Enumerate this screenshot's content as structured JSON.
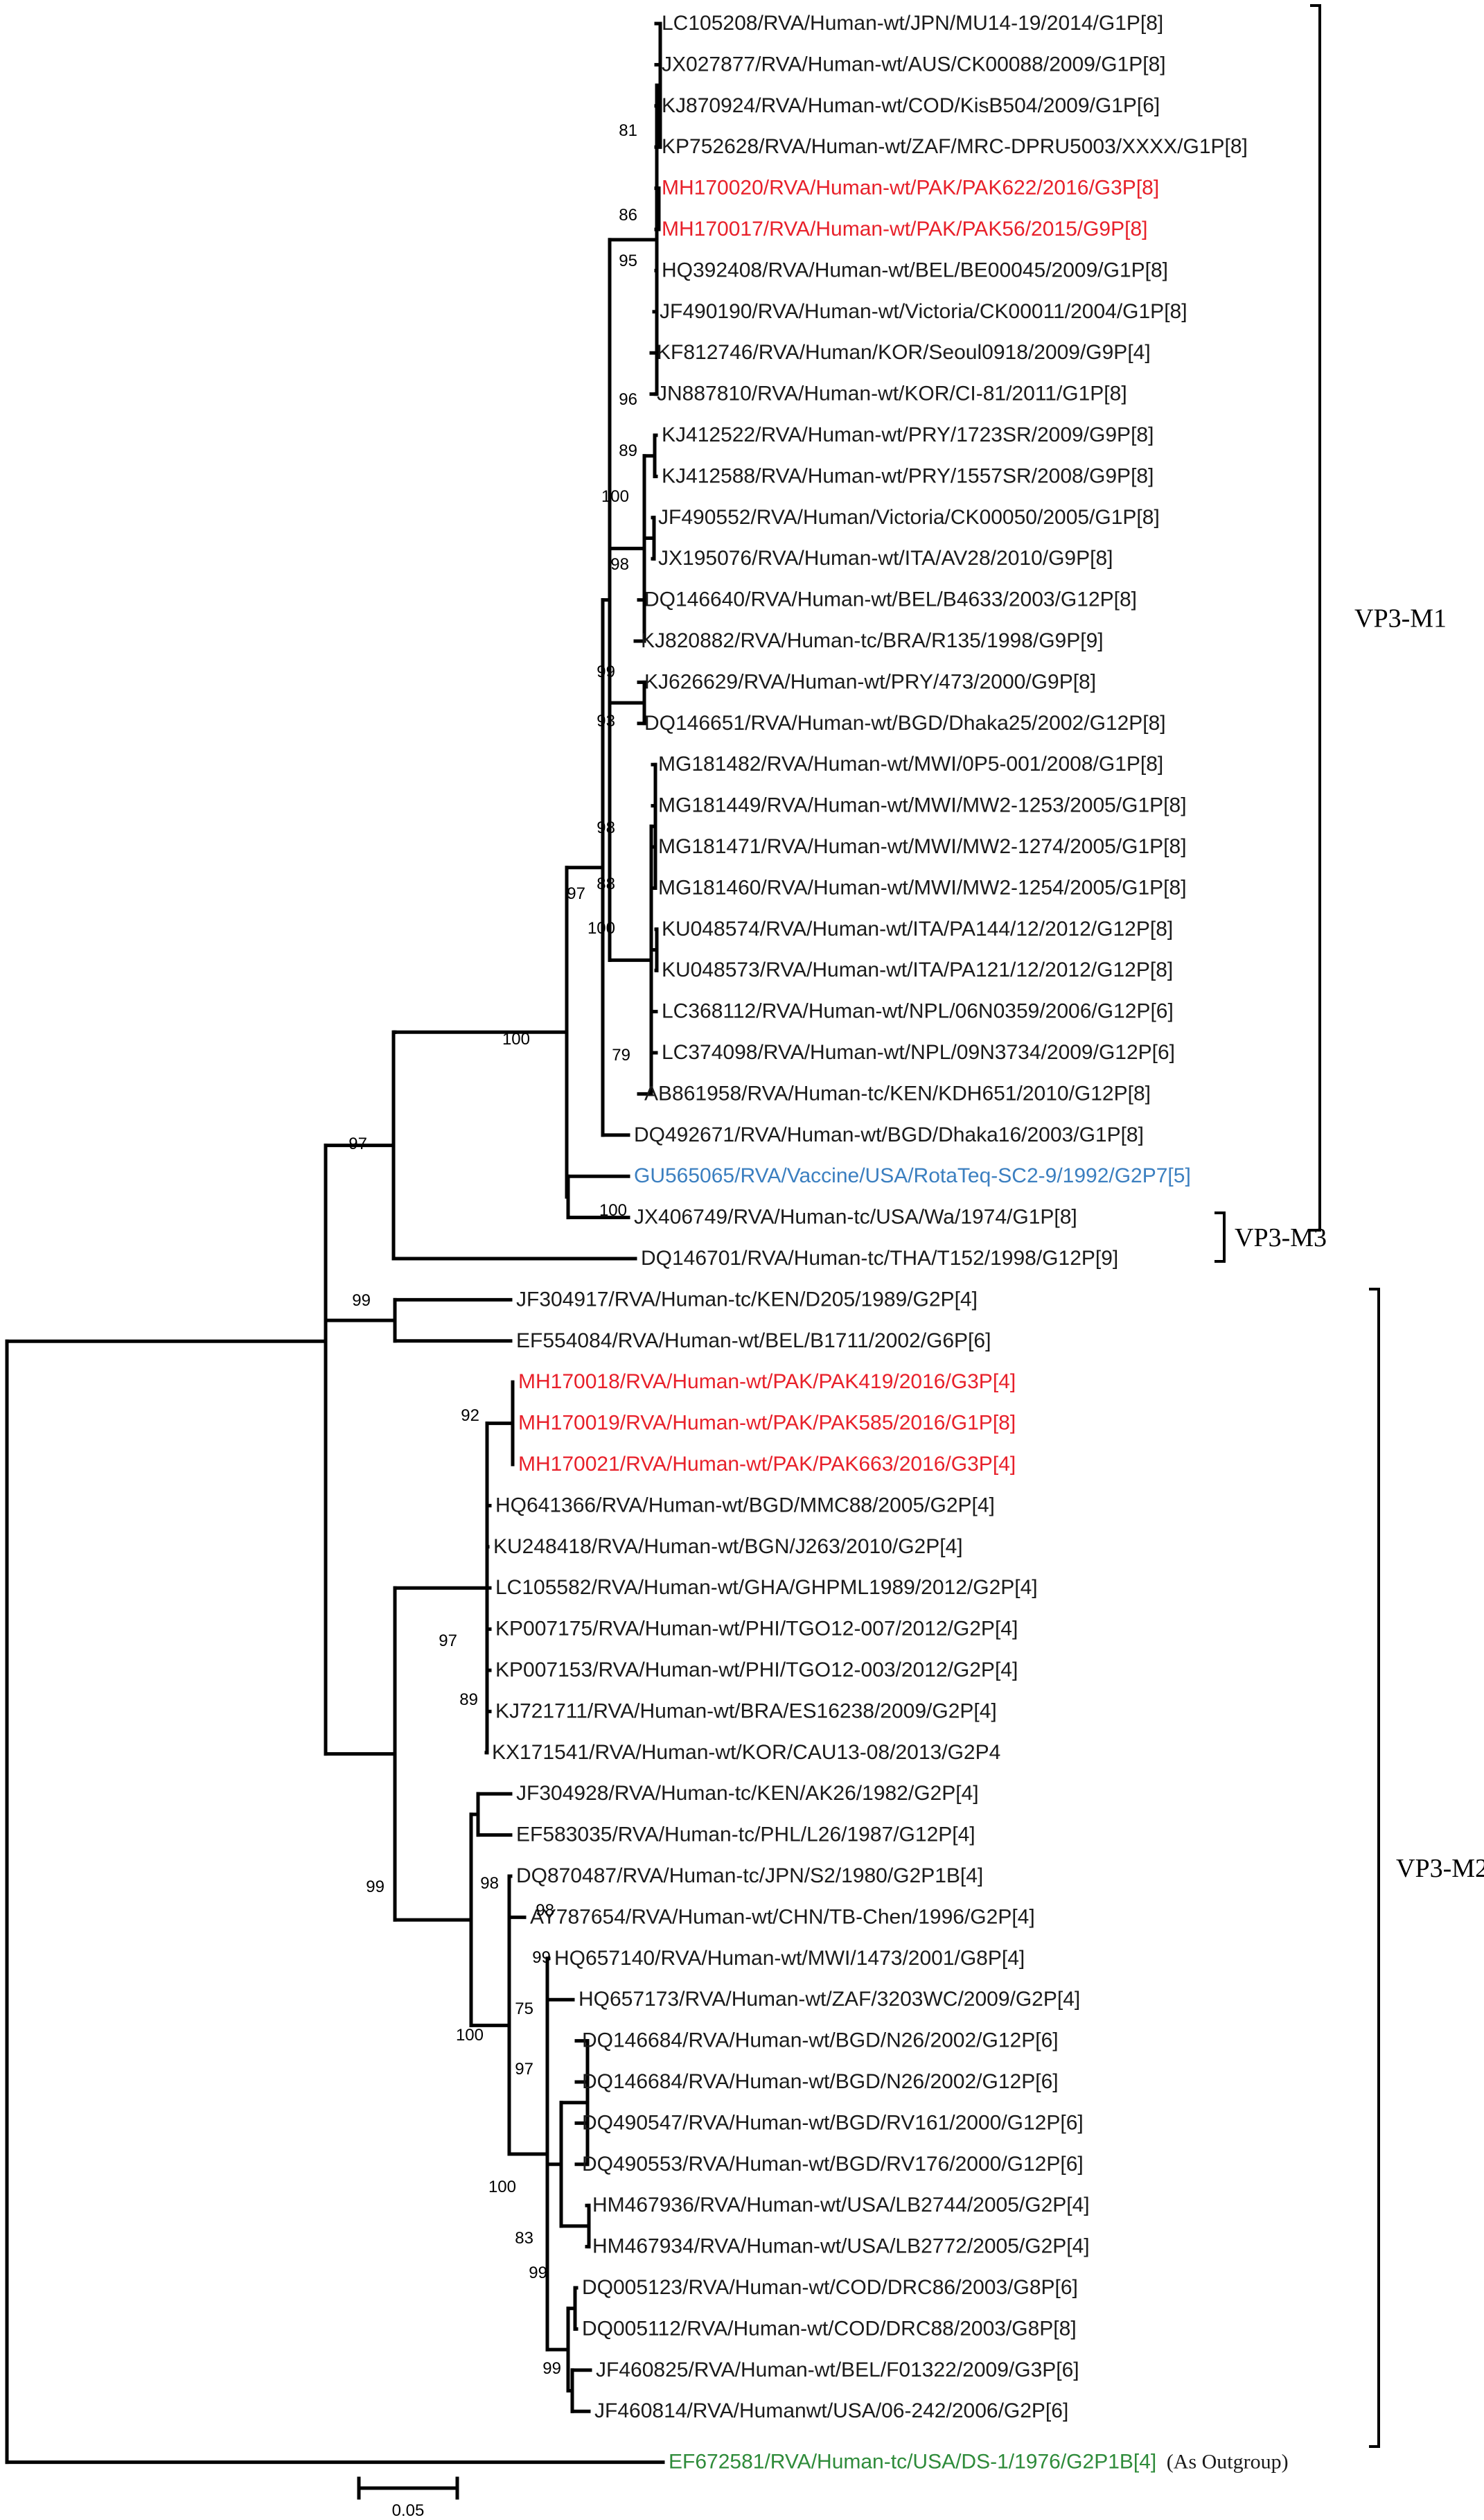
{
  "tree": {
    "colors": {
      "default": "#1a1a1a",
      "study": "#e8202a",
      "vaccine": "#3b7fc0",
      "outgroup": "#2e8b3a"
    },
    "tips": [
      {
        "label": "LC105208/RVA/Human-wt/JPN/MU14-19/2014/G1P[8]",
        "type": "default"
      },
      {
        "label": "JX027877/RVA/Human-wt/AUS/CK00088/2009/G1P[8]",
        "type": "default"
      },
      {
        "label": "KJ870924/RVA/Human-wt/COD/KisB504/2009/G1P[6]",
        "type": "default"
      },
      {
        "label": "KP752628/RVA/Human-wt/ZAF/MRC-DPRU5003/XXXX/G1P[8]",
        "type": "default"
      },
      {
        "label": "MH170020/RVA/Human-wt/PAK/PAK622/2016/G3P[8]",
        "type": "study"
      },
      {
        "label": "MH170017/RVA/Human-wt/PAK/PAK56/2015/G9P[8]",
        "type": "study"
      },
      {
        "label": "HQ392408/RVA/Human-wt/BEL/BE00045/2009/G1P[8]",
        "type": "default"
      },
      {
        "label": "JF490190/RVA/Human-wt/Victoria/CK00011/2004/G1P[8]",
        "type": "default"
      },
      {
        "label": "KF812746/RVA/Human/KOR/Seoul0918/2009/G9P[4]",
        "type": "default"
      },
      {
        "label": "JN887810/RVA/Human-wt/KOR/CI-81/2011/G1P[8]",
        "type": "default"
      },
      {
        "label": "KJ412522/RVA/Human-wt/PRY/1723SR/2009/G9P[8]",
        "type": "default"
      },
      {
        "label": "KJ412588/RVA/Human-wt/PRY/1557SR/2008/G9P[8]",
        "type": "default"
      },
      {
        "label": "JF490552/RVA/Human/Victoria/CK00050/2005/G1P[8]",
        "type": "default"
      },
      {
        "label": "JX195076/RVA/Human-wt/ITA/AV28/2010/G9P[8]",
        "type": "default"
      },
      {
        "label": "DQ146640/RVA/Human-wt/BEL/B4633/2003/G12P[8]",
        "type": "default"
      },
      {
        "label": "KJ820882/RVA/Human-tc/BRA/R135/1998/G9P[9]",
        "type": "default"
      },
      {
        "label": "KJ626629/RVA/Human-wt/PRY/473/2000/G9P[8]",
        "type": "default"
      },
      {
        "label": "DQ146651/RVA/Human-wt/BGD/Dhaka25/2002/G12P[8]",
        "type": "default"
      },
      {
        "label": "MG181482/RVA/Human-wt/MWI/0P5-001/2008/G1P[8]",
        "type": "default"
      },
      {
        "label": "MG181449/RVA/Human-wt/MWI/MW2-1253/2005/G1P[8]",
        "type": "default"
      },
      {
        "label": "MG181471/RVA/Human-wt/MWI/MW2-1274/2005/G1P[8]",
        "type": "default"
      },
      {
        "label": "MG181460/RVA/Human-wt/MWI/MW2-1254/2005/G1P[8]",
        "type": "default"
      },
      {
        "label": "KU048574/RVA/Human-wt/ITA/PA144/12/2012/G12P[8]",
        "type": "default"
      },
      {
        "label": "KU048573/RVA/Human-wt/ITA/PA121/12/2012/G12P[8]",
        "type": "default"
      },
      {
        "label": "LC368112/RVA/Human-wt/NPL/06N0359/2006/G12P[6]",
        "type": "default"
      },
      {
        "label": "LC374098/RVA/Human-wt/NPL/09N3734/2009/G12P[6]",
        "type": "default"
      },
      {
        "label": "AB861958/RVA/Human-tc/KEN/KDH651/2010/G12P[8]",
        "type": "default"
      },
      {
        "label": "DQ492671/RVA/Human-wt/BGD/Dhaka16/2003/G1P[8]",
        "type": "default"
      },
      {
        "label": "GU565065/RVA/Vaccine/USA/RotaTeq-SC2-9/1992/G2P7[5]",
        "type": "vaccine"
      },
      {
        "label": "JX406749/RVA/Human-tc/USA/Wa/1974/G1P[8]",
        "type": "default"
      },
      {
        "label": "DQ146701/RVA/Human-tc/THA/T152/1998/G12P[9]",
        "type": "default"
      },
      {
        "label": "JF304917/RVA/Human-tc/KEN/D205/1989/G2P[4]",
        "type": "default"
      },
      {
        "label": "EF554084/RVA/Human-wt/BEL/B1711/2002/G6P[6]",
        "type": "default"
      },
      {
        "label": "MH170018/RVA/Human-wt/PAK/PAK419/2016/G3P[4]",
        "type": "study"
      },
      {
        "label": "MH170019/RVA/Human-wt/PAK/PAK585/2016/G1P[8]",
        "type": "study"
      },
      {
        "label": "MH170021/RVA/Human-wt/PAK/PAK663/2016/G3P[4]",
        "type": "study"
      },
      {
        "label": "HQ641366/RVA/Human-wt/BGD/MMC88/2005/G2P[4]",
        "type": "default"
      },
      {
        "label": "KU248418/RVA/Human-wt/BGN/J263/2010/G2P[4]",
        "type": "default"
      },
      {
        "label": "LC105582/RVA/Human-wt/GHA/GHPML1989/2012/G2P[4]",
        "type": "default"
      },
      {
        "label": "KP007175/RVA/Human-wt/PHI/TGO12-007/2012/G2P[4]",
        "type": "default"
      },
      {
        "label": "KP007153/RVA/Human-wt/PHI/TGO12-003/2012/G2P[4]",
        "type": "default"
      },
      {
        "label": "KJ721711/RVA/Human-wt/BRA/ES16238/2009/G2P[4]",
        "type": "default"
      },
      {
        "label": "KX171541/RVA/Human-wt/KOR/CAU13-08/2013/G2P4",
        "type": "default"
      },
      {
        "label": "JF304928/RVA/Human-tc/KEN/AK26/1982/G2P[4]",
        "type": "default"
      },
      {
        "label": "EF583035/RVA/Human-tc/PHL/L26/1987/G12P[4]",
        "type": "default"
      },
      {
        "label": "DQ870487/RVA/Human-tc/JPN/S2/1980/G2P1B[4]",
        "type": "default"
      },
      {
        "label": "AY787654/RVA/Human-wt/CHN/TB-Chen/1996/G2P[4]",
        "type": "default"
      },
      {
        "label": "HQ657140/RVA/Human-wt/MWI/1473/2001/G8P[4]",
        "type": "default"
      },
      {
        "label": "HQ657173/RVA/Human-wt/ZAF/3203WC/2009/G2P[4]",
        "type": "default"
      },
      {
        "label": "DQ146684/RVA/Human-wt/BGD/N26/2002/G12P[6]",
        "type": "default"
      },
      {
        "label": "DQ146684/RVA/Human-wt/BGD/N26/2002/G12P[6]",
        "type": "default"
      },
      {
        "label": "DQ490547/RVA/Human-wt/BGD/RV161/2000/G12P[6]",
        "type": "default"
      },
      {
        "label": "DQ490553/RVA/Human-wt/BGD/RV176/2000/G12P[6]",
        "type": "default"
      },
      {
        "label": "HM467936/RVA/Human-wt/USA/LB2744/2005/G2P[4]",
        "type": "default"
      },
      {
        "label": "HM467934/RVA/Human-wt/USA/LB2772/2005/G2P[4]",
        "type": "default"
      },
      {
        "label": "DQ005123/RVA/Human-wt/COD/DRC86/2003/G8P[6]",
        "type": "default"
      },
      {
        "label": "DQ005112/RVA/Human-wt/COD/DRC88/2003/G8P[8]",
        "type": "default"
      },
      {
        "label": "JF460825/RVA/Human-wt/BEL/F01322/2009/G3P[6]",
        "type": "default"
      },
      {
        "label": "JF460814/RVA/Humanwt/USA/06-242/2006/G2P[6]",
        "type": "default"
      },
      {
        "label": "EF672581/RVA/Human-tc/USA/DS-1/1976/G2P1B[4]",
        "type": "outgroup"
      }
    ],
    "outgroup_note": "(As Outgroup)",
    "bootstraps": [
      "81",
      "86",
      "95",
      "96",
      "89",
      "100",
      "98",
      "99",
      "93",
      "98",
      "88",
      "100",
      "79",
      "97",
      "100",
      "97",
      "100",
      "99",
      "92",
      "97",
      "89",
      "99",
      "98",
      "100",
      "98",
      "99",
      "75",
      "97",
      "100",
      "83",
      "99",
      "99"
    ],
    "clades": [
      "VP3-M1",
      "VP3-M3",
      "VP3-M2"
    ],
    "scale_label": "0.05"
  }
}
